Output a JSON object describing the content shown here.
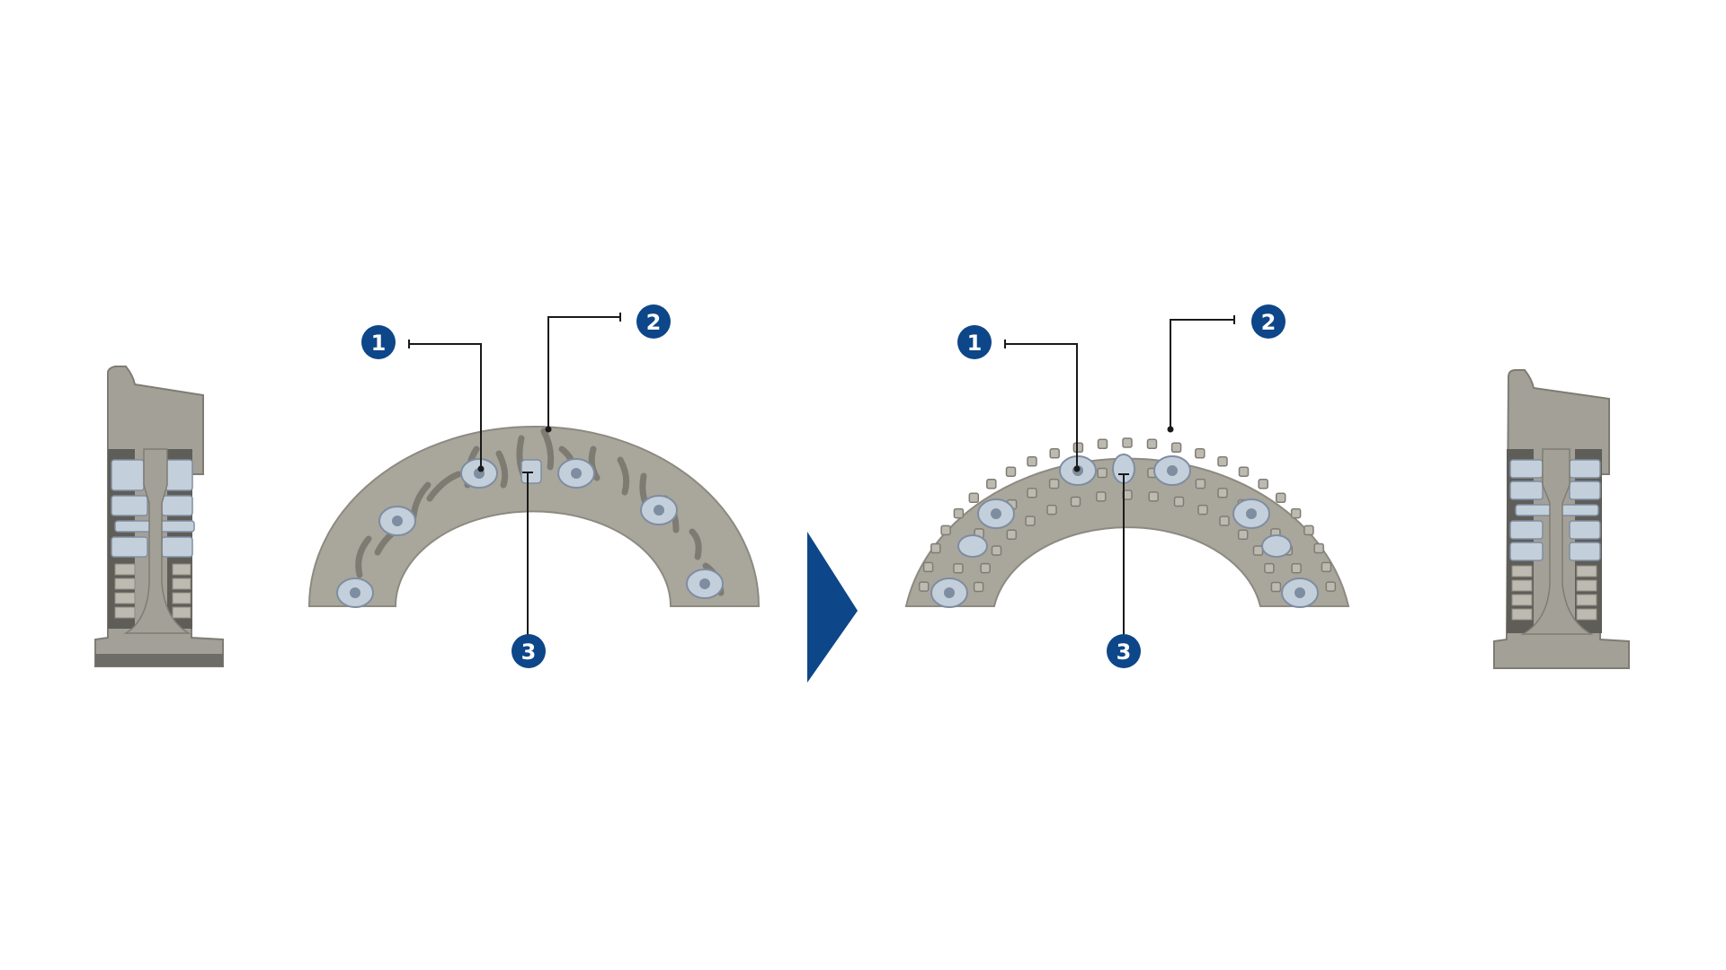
{
  "colors": {
    "background": "#ffffff",
    "accent_blue": "#0d4689",
    "disc_grey": "#a9a69c",
    "disc_shadow": "#8d8a81",
    "insert_blue": "#c3d0dc",
    "insert_edge": "#7f8da0",
    "leader_line": "#1a1a1a"
  },
  "callouts": {
    "left": {
      "one": "1",
      "two": "2",
      "three": "3"
    },
    "right": {
      "one": "1",
      "two": "2",
      "three": "3"
    }
  },
  "arrow_icon": "chevron-right-arrow",
  "panels": [
    {
      "name": "left-cross-section",
      "type": "cross-section"
    },
    {
      "name": "left-disc",
      "type": "annular-disc",
      "style": "curved-radial-ribs"
    },
    {
      "name": "right-disc",
      "type": "annular-disc",
      "style": "T-shaped-studs"
    },
    {
      "name": "right-cross-section",
      "type": "cross-section"
    }
  ]
}
